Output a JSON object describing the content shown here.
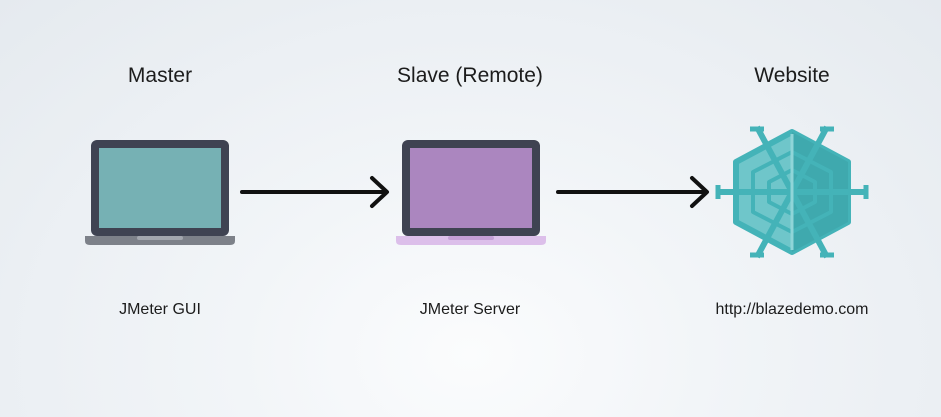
{
  "nodes": {
    "master": {
      "heading": "Master",
      "caption": "JMeter GUI",
      "screen_color": "#76b1b4",
      "base_color": "#7d8189"
    },
    "slave": {
      "heading": "Slave (Remote)",
      "caption": "JMeter Server",
      "screen_color": "#ab86bf",
      "base_color": "#dcbfea"
    },
    "website": {
      "heading": "Website",
      "caption": "http://blazedemo.com",
      "icon": "web-globe-icon",
      "icon_color": "#44b3b8"
    }
  },
  "connections": [
    {
      "from": "master",
      "to": "slave"
    },
    {
      "from": "slave",
      "to": "website"
    }
  ]
}
